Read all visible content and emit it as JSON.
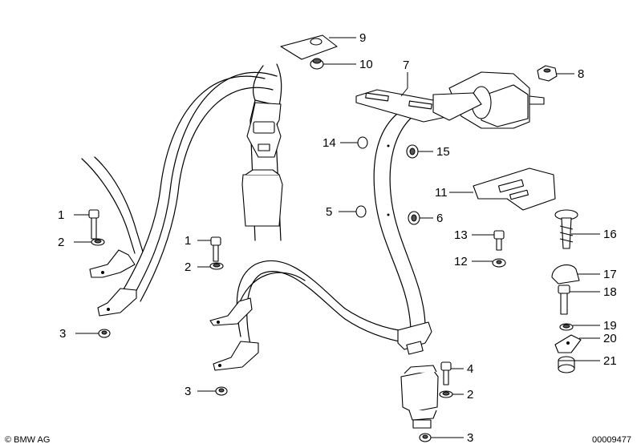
{
  "diagram": {
    "callouts": [
      "1",
      "2",
      "3",
      "1",
      "2",
      "3",
      "4",
      "2",
      "3",
      "5",
      "6",
      "7",
      "8",
      "9",
      "10",
      "11",
      "12",
      "13",
      "14",
      "15",
      "16",
      "17",
      "18",
      "19",
      "20",
      "21"
    ],
    "copyright": "© BMW AG",
    "image_number": "00009477"
  }
}
